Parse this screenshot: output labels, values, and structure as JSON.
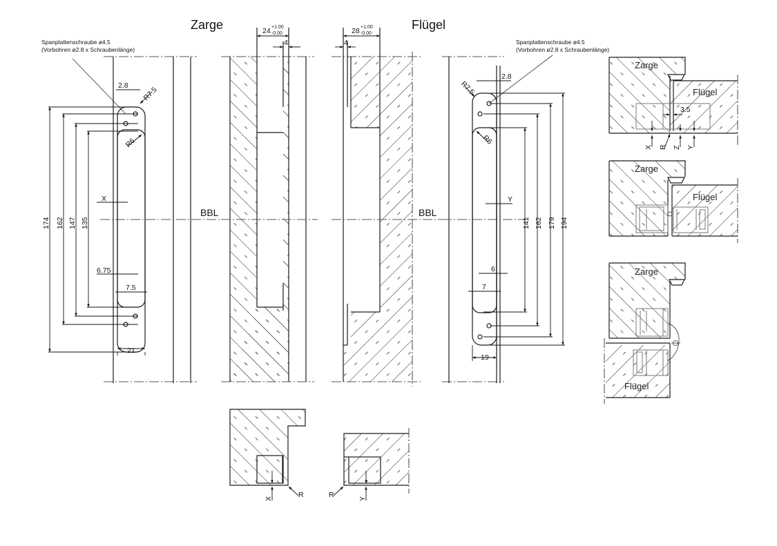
{
  "titles": {
    "zarge": "Zarge",
    "fluegel": "Flügel"
  },
  "notes": {
    "screw_line1": "Spanplattenschraube ø4.5",
    "screw_line2": "(Vorbohren ø2.8 x Schraubenlänge)"
  },
  "reference": {
    "left": "BBL",
    "right": "BBL"
  },
  "zarge_plate": {
    "dims": {
      "overall": "174",
      "outer_holes": "162",
      "inner_holes": "147",
      "pocket": "135",
      "hole_offset": "2.8",
      "corner_radius": "R7.5",
      "pocket_radius": "R6",
      "x_label": "X",
      "offset_a": "6.75",
      "offset_b": "7.5",
      "width": "21"
    }
  },
  "fluegel_plate": {
    "dims": {
      "overall": "194",
      "outer_holes": "179",
      "inner_holes": "162",
      "pocket": "141",
      "hole_offset": "2.8",
      "corner_radius": "R7.5",
      "pocket_radius": "R6",
      "y_label": "Y",
      "offset_a": "6",
      "offset_b": "7",
      "width": "19"
    }
  },
  "section_zarge": {
    "depth": "24",
    "tol_upper": "+1.00",
    "tol_lower": "-0.00",
    "step": "4",
    "x_label": "X",
    "r_label": "R"
  },
  "section_fluegel": {
    "depth": "28",
    "tol_upper": "+1.00",
    "tol_lower": "-0.00",
    "step": "4",
    "y_label": "Y",
    "r_label": "R"
  },
  "details": [
    {
      "top": "Zarge",
      "bottom": "Flügel",
      "gap": "3.5",
      "labels": [
        "X",
        "R",
        "Z",
        "Y"
      ]
    },
    {
      "top": "Zarge",
      "bottom": "Flügel"
    },
    {
      "top": "Zarge",
      "bottom": "Flügel"
    }
  ]
}
